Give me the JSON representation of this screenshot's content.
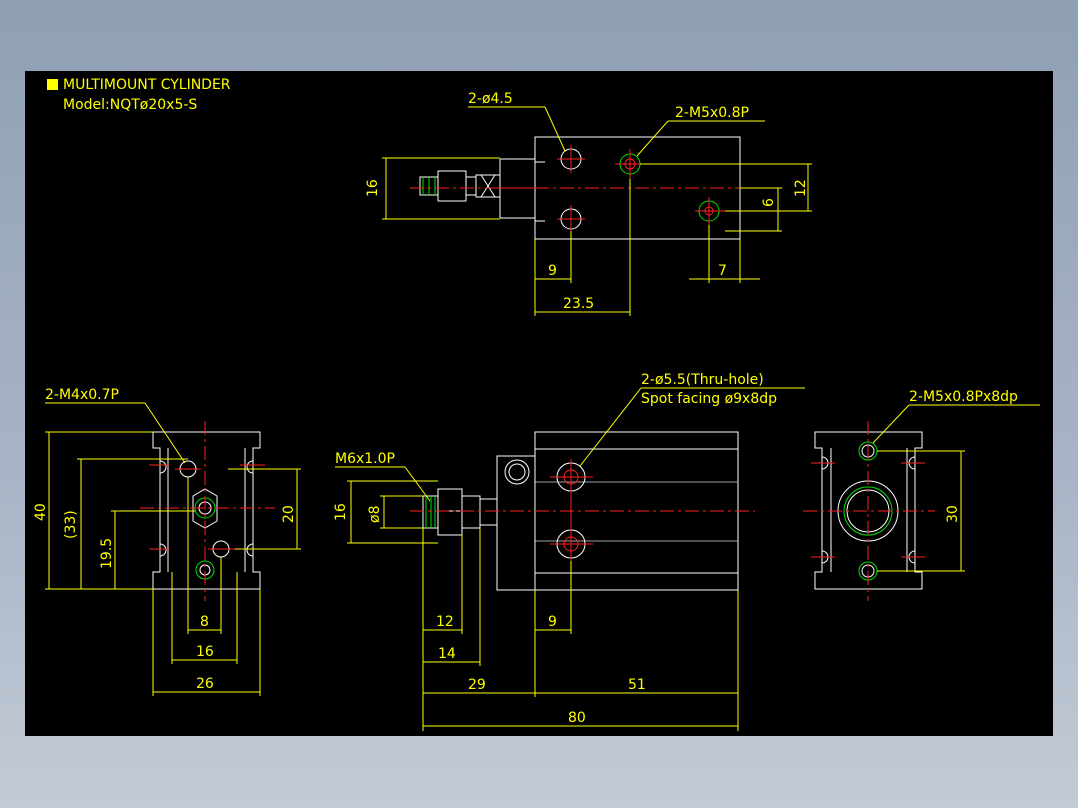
{
  "header": {
    "title": "MULTIMOUNT CYLINDER",
    "model": "Model:NQTø20x5-S"
  },
  "top_view": {
    "callouts": {
      "hole": "2-ø4.5",
      "thread": "2-M5x0.8P"
    },
    "dims": {
      "d16": "16",
      "d12": "12",
      "d6": "6",
      "d9": "9",
      "d7": "7",
      "d23_5": "23.5"
    }
  },
  "end_view_left": {
    "callout": "2-M4x0.7P",
    "dims": {
      "d40": "40",
      "d33": "(33)",
      "d19_5": "19.5",
      "d20": "20",
      "d8": "8",
      "d16": "16",
      "d26": "26"
    }
  },
  "side_view": {
    "callouts": {
      "thread": "M6x1.0P",
      "thru1": "2-ø5.5(Thru-hole)",
      "thru2": "Spot facing ø9x8dp"
    },
    "dims": {
      "d16": "16",
      "d8": "ø8",
      "d12": "12",
      "d14": "14",
      "d9": "9",
      "d29": "29",
      "d51": "51",
      "d80": "80"
    }
  },
  "end_view_right": {
    "callout": "2-M5x0.8Px8dp",
    "dims": {
      "d30": "30"
    }
  },
  "colors": {
    "background": "#000000",
    "dimension": "#ffff00",
    "outline": "#ffffff",
    "center": "#ff2020",
    "thread": "#00e000"
  }
}
